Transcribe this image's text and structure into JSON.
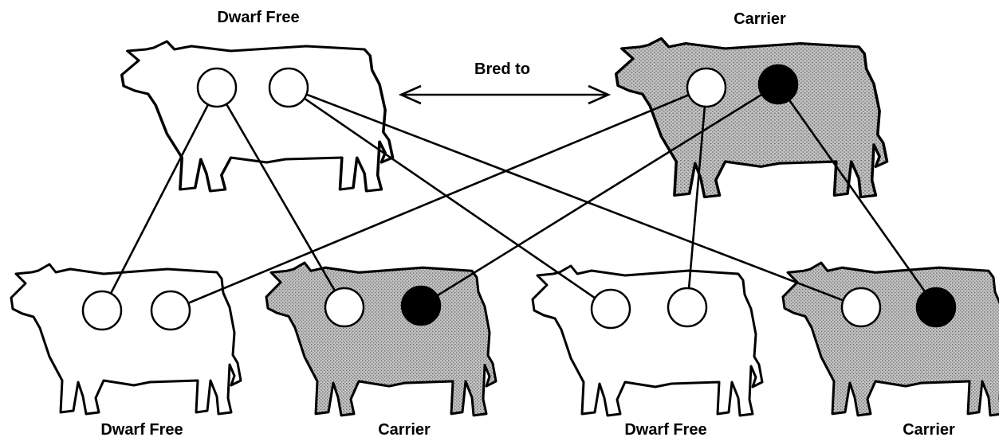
{
  "parents": {
    "left": {
      "label": "Dwarf Free",
      "shaded": false,
      "genes": [
        "normal",
        "normal"
      ]
    },
    "right": {
      "label": "Carrier",
      "shaded": true,
      "genes": [
        "normal",
        "dwarf"
      ]
    }
  },
  "relation_label": "Bred to",
  "offspring": [
    {
      "label": "Dwarf Free",
      "shaded": false,
      "genes": [
        "normal",
        "normal"
      ]
    },
    {
      "label": "Carrier",
      "shaded": true,
      "genes": [
        "normal",
        "dwarf"
      ]
    },
    {
      "label": "Dwarf Free",
      "shaded": false,
      "genes": [
        "normal",
        "normal"
      ]
    },
    {
      "label": "Carrier",
      "shaded": true,
      "genes": [
        "normal",
        "dwarf"
      ]
    }
  ],
  "colors": {
    "normal_gene": "#ffffff",
    "dwarf_gene": "#000000",
    "carrier_fill": "#b8b8b8",
    "free_fill": "#ffffff",
    "outline": "#000000"
  }
}
